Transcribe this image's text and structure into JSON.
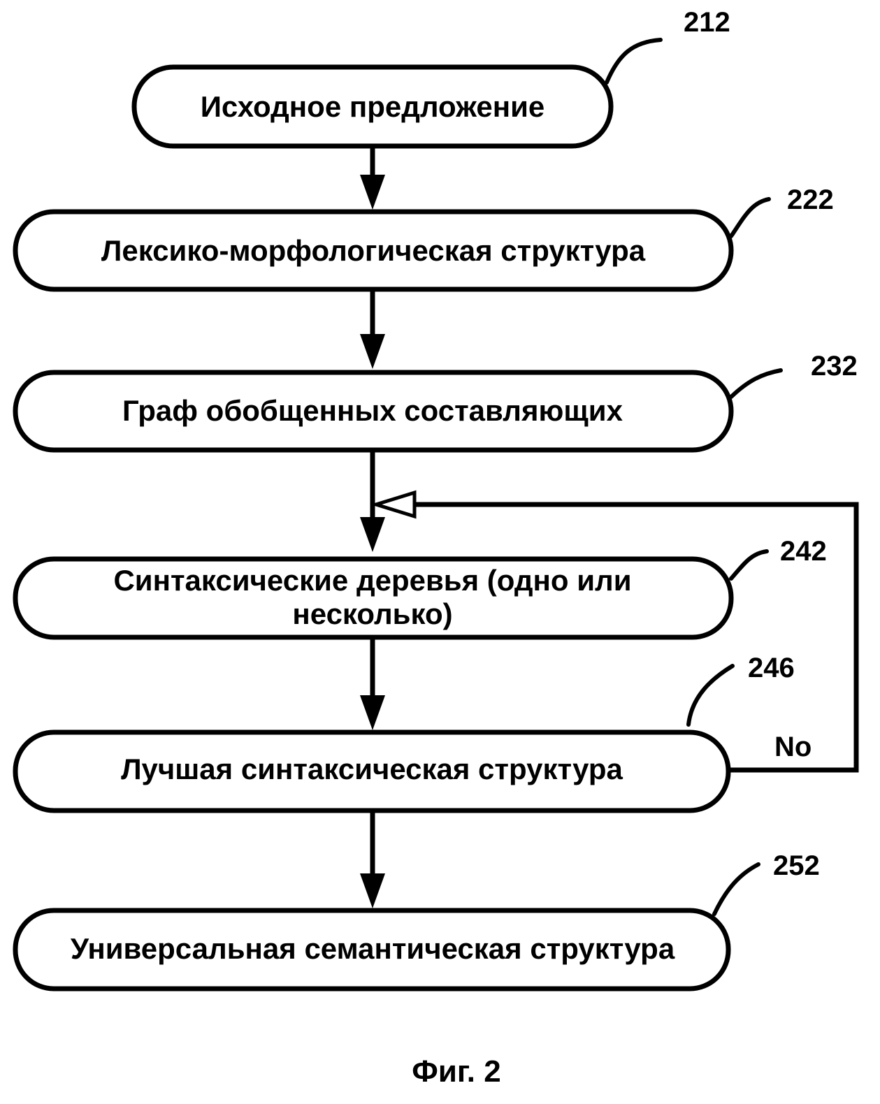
{
  "nodes": {
    "source_sentence": {
      "label": "Исходное предложение",
      "ref": "212"
    },
    "lexical_morph": {
      "label": "Лексико-морфологическая структура",
      "ref": "222"
    },
    "constituent_graph": {
      "label": "Граф обобщенных составляющих",
      "ref": "232"
    },
    "syntax_trees": {
      "label_line1": "Синтаксические деревья (одно или",
      "label_line2": "несколько)",
      "ref": "242"
    },
    "best_syntax": {
      "label": "Лучшая синтаксическая структура",
      "ref": "246"
    },
    "universal_semantic": {
      "label": "Универсальная семантическая структура",
      "ref": "252"
    }
  },
  "feedback": {
    "label": "No"
  },
  "caption": "Фиг. 2"
}
